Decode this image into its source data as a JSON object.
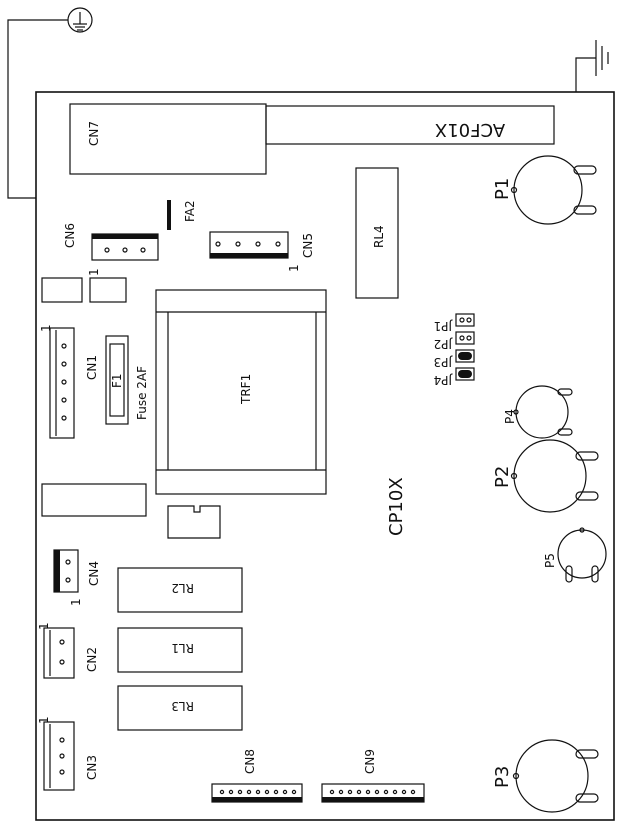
{
  "board": {
    "model": "CP10X",
    "connector_module": "ACF01X"
  },
  "labels": {
    "cn1": "CN1",
    "cn2": "CN2",
    "cn3": "CN3",
    "cn4": "CN4",
    "cn5": "CN5",
    "cn6": "CN6",
    "cn7": "CN7",
    "cn8": "CN8",
    "cn9": "CN9",
    "fa2": "FA2",
    "rl1": "RL1",
    "rl2": "RL2",
    "rl3": "RL3",
    "rl4": "RL4",
    "trf1": "TRF1",
    "f1": "F1",
    "fuse": "Fuse  2AF",
    "p1": "P1",
    "p2": "P2",
    "p3": "P3",
    "p4": "P4",
    "p5": "P5",
    "jp1": "JP1",
    "jp2": "JP2",
    "jp3": "JP3",
    "jp4": "JP4",
    "pin1": "1"
  }
}
